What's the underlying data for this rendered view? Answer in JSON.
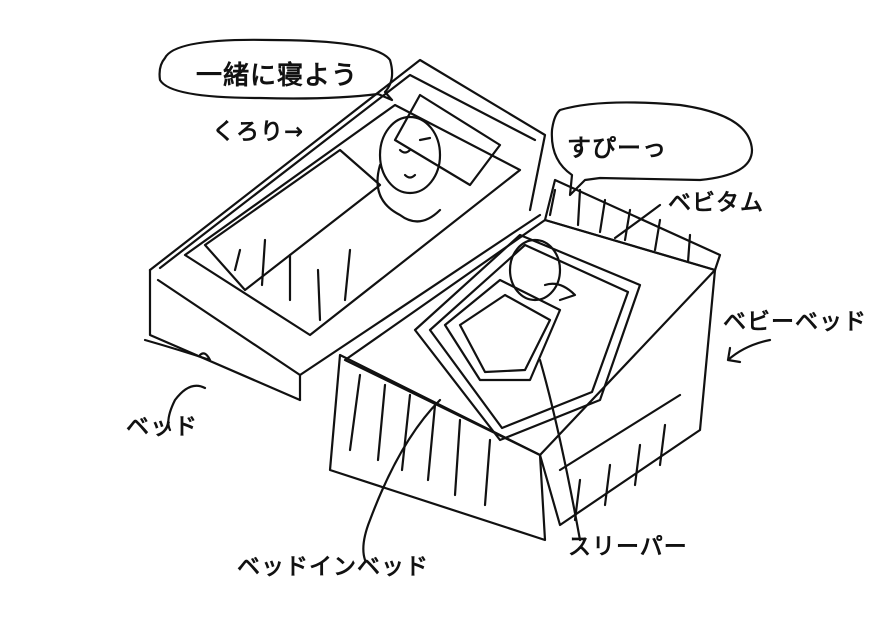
{
  "bubbles": {
    "mother": "一緒に寝よう",
    "baby": "すぴーっ"
  },
  "labels": {
    "kurori": "くろり",
    "kurori_arrow": "→",
    "bebitamu": "ベビタム",
    "baby_bed": "ベビーベッド",
    "bed": "ベッド",
    "bed_in_bed": "ベッドインベッド",
    "sleeper": "スリーパー"
  }
}
